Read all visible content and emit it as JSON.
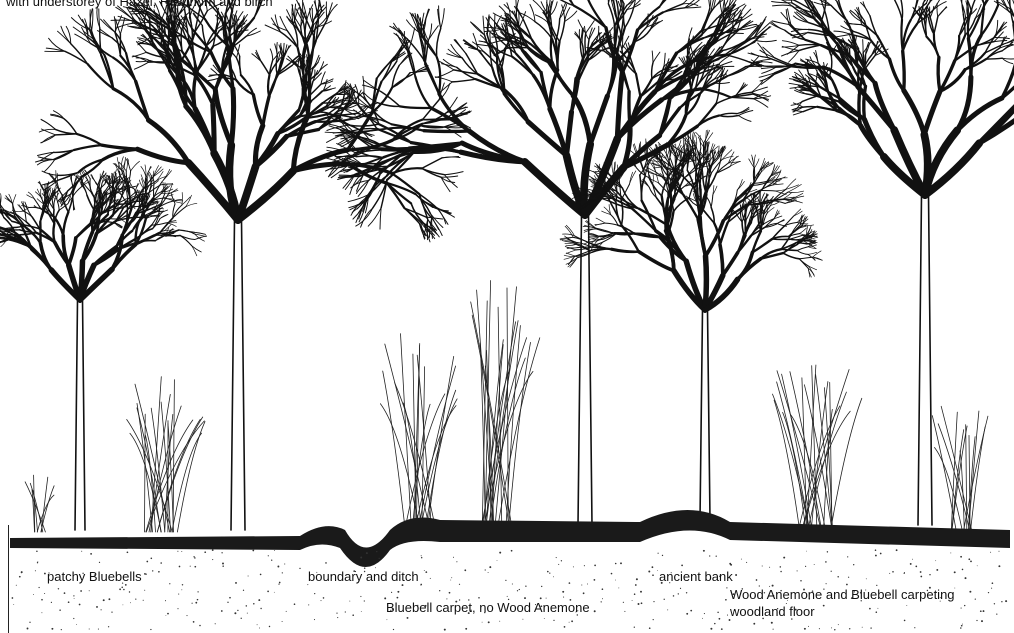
{
  "header": {
    "line1": "",
    "line2": "with understorey of Hazel, Hawthorn and birch"
  },
  "labels": {
    "patchy": "patchy Bluebells",
    "boundary": "boundary and ditch",
    "ancient": "ancient bank",
    "carpet": "Bluebell carpet, no Wood Anemone",
    "anemone_line1": "Wood Anemone and Bluebell carpeting",
    "anemone_line2": "woodland floor"
  },
  "colors": {
    "ink": "#111111",
    "paper": "#ffffff"
  }
}
